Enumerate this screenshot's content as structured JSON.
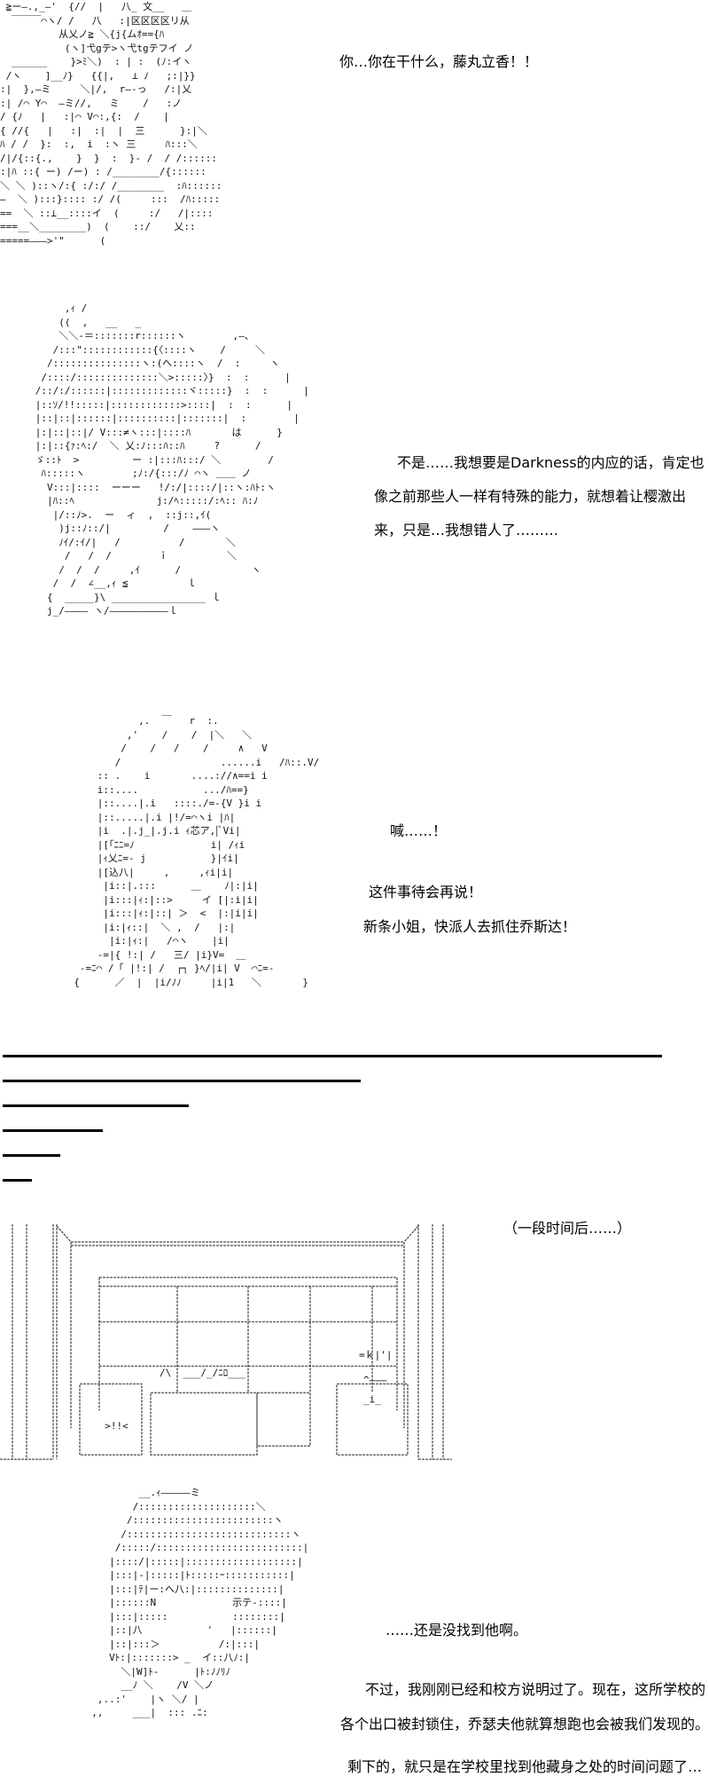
{
  "panels": [
    {
      "lines": [
        "你…你在干什么，藤丸立香！！"
      ],
      "art": [
        " ≧ー―.,_―'  {//  |   八_ 文__   ＿",
        "  ￣￣￣⌒ヽ/ /   八   :|区区区区リ从",
        "          从乂ノ≧ ＼{j{ムｵ=={ﾊ",
        "           (ヽ]弋gテ>ヽ弋tgテフイ ノ",
        "  ______    }>ﾐ＼)  : | :  (ﾉ:イヽ",
        " /ヽ    ]__ﾉ}   {{|,   ⊥ ﾉ   ;:|}}",
        ":|  },―ミ     ＼|/,  r―-っ   /:|乂",
        ":| /⌒ Y⌒  ―ミ//,   ミ    /   :ノ",
        "/ {ﾉ   |   :|⌒ V⌒:,{:  /    |",
        "{ //{   |   :|  :|  |  三      }:|＼",
        "ﾊ / /  }:  :,  i  :ヽ 三     ﾊ:::＼",
        "/|/{::{.,    }  }  :  }- /  / /::::::",
        ":|ﾊ ::{ ー) /ー) : /________/{::::::",
        "＼ ＼ )::ヽ/:{ :/:/ /________  :ﾊ::::::",
        "―  ＼ ):::}:::: :/ /(     :::  /ﾊ:::::",
        "==  ＼ ::⊥__::::イ  (     :/   /|::::",
        "===__＼________)  (    ::/    乂::",
        "=====―――>'\"      ("
      ]
    },
    {
      "lines": [
        "不是……我想要是Darkness的内应的话，肯定也",
        "像之前那些人一样有特殊的能力，就想着让樱激出",
        "来，只是…我想错人了………"
      ],
      "bubble": [
        "は",
        "？"
      ],
      "art": [
        "           ,ｨ /",
        "          ((  ,   __   _",
        "          ＼＼-＝:::::::r::::::ヽ        ,―、",
        "         /:::\"::::::::::::{〈::::ヽ    /     ＼",
        "        /:::::::::::::::ヽ:(へ::::ヽ  /  :     ヽ",
        "       /::::/::::::::::::::＼>:::::〉}  :  :      |",
        "      /::/:/::::::|:::::::::::::ヾ:::::}  :  :      |",
        "      |::ｿ/!!:::::|::::::::::::>::::|  :  :      |",
        "      |::|::|::::::|::::::::::|:::::::|  :        |",
        "      |:|::|::|/ V:::≠ヽ:::|::::ﾊ       は      }",
        "      |:|::{ｧ:ﾍ:/  ＼ 乂:ﾉ:::ﾊ::ﾊ     ?      /",
        "      ゞ::ﾄ  >         ー :|:::ﾊ:::/ ＼        /",
        "       ﾊ:::::ヽ        ;ﾉ:/{:::/ﾉ ⌒ヽ ＿＿ ノ",
        "        V:::|::::  ーーー   !/:/|::::/|::ヽ:ﾊﾄ:ヽ",
        "        |ﾊ::ﾍ              j:/ﾍ:::::/:ﾍ:: ﾊ:ﾉ",
        "         |/::ﾉ>.  ー  ィ  ,  ::j::,ｲ(",
        "          )j::ﾉ::/|         /    ―――ヽ",
        "          ﾉｲ/:ｲ/|   /          /       ＼",
        "           /   /  /        ｉ          ＼",
        "          /  /  /     ,ｲ      /            ヽ",
        "         /  /  ∠__,ｨ ≦          ｌ",
        "        {  _____}\\ ________________ ｌ",
        "        j_/―――― ヽ/――――――――――ｌ"
      ]
    },
    {
      "lines": [
        "喊……！",
        "这件事待会再说！",
        "新条小姐，快派人去抓住乔斯达！"
      ],
      "art": [
        "             ,.  ￣   r  :.",
        "           ,'    /    /  |＼   ＼",
        "          /    /   /    /     ∧   V",
        "         /                 ......i   /ﾊ::.V/",
        "      :: .    i       ....://∧==i i",
        "      i::....           .../ﾊ==}",
        "      |::....|.i   ::::./=-{V }i i",
        "      |::.....|.i |!/=⌒ヽi |ﾊ|",
        "      |i  .|.j_|.j.i ｨ芯ア,|ﾞVi|",
        "      |[「ﾆﾆ=ﾉ             i| /ｨi",
        "      |ｨ乂ﾆ=- j           }|ｲi|",
        "      |[込八|     ,     ,ｨi|i|",
        "       |i::|.:::      ＿    ﾉ|:|i|",
        "       |i:::|ｨ:|::>     イ [|:i|i|",
        "       |i:::|ｨ:|::| ＞  <  |:|i|i|",
        "       |i:|ｨ::|  ＼ ,  /   |:|",
        "        |i:|ｨ:|   /⌒ヽ    |i|",
        "      -=|{ !:| /   三/ |i}V=  ＿",
        "   -=ﾆ⌒ /「 |!:| /  ┌┐ }ﾍ/|i| V  ⌒ﾆ=-",
        "  {      ／  |  |i/ﾉﾉ     |i|1   ＼       }"
      ]
    },
    {
      "lines": [
        "（一段时间后……）"
      ],
      "art": [
        "  >!!<  ",
        "/\\  ___/_/ﾆﾛ___",
        "=ｋ|'|",
        "^―――",
        "_i_"
      ]
    },
    {
      "lines": [
        "……还是没找到他啊。",
        "不过，我刚刚已经和校方说明过了。现在，这所学校的",
        "各个出口被封锁住，乔瑟夫他就算想跑也会被我们发现的。",
        "剩下的，就只是在学校里找到他藏身之处的时间问题了…"
      ],
      "art": [
        "          __.ｨ―――――ミ",
        "         /::::::::::::::::::::＼",
        "        /::::::::::::::::::::::::ヽ",
        "       /::::::::::::::::::::::::::::ヽ",
        "      /:::::/:::::::::::::::::::::::::|",
        "     |::::/|:::::|:::::::::::::::::::|",
        "     |:::|-|:::::|ﾄ:::::ｰ:::::::::::|",
        "     |:::|ﾃ|ー:へ八:|::::::::::::::|",
        "     |::::::N             示テ-::::|",
        "     |:::|:::::           ::::::::|",
        "     |::|八           '   |::::::|",
        "     |::|:::＞          /:|:::|",
        "     Vﾄ:|:::::::> _  イ::八ﾉ:|",
        "       ＼|W]ﾄ-      |ﾄ:ﾉﾉﾘﾉ",
        "       __ﾉ ＼    /V ＼ノ",
        "   ,..:'    |ヽ ＼/ |",
        "  ,,     ___|  ::: .ﾆ:"
      ]
    }
  ],
  "separator_count": 6
}
